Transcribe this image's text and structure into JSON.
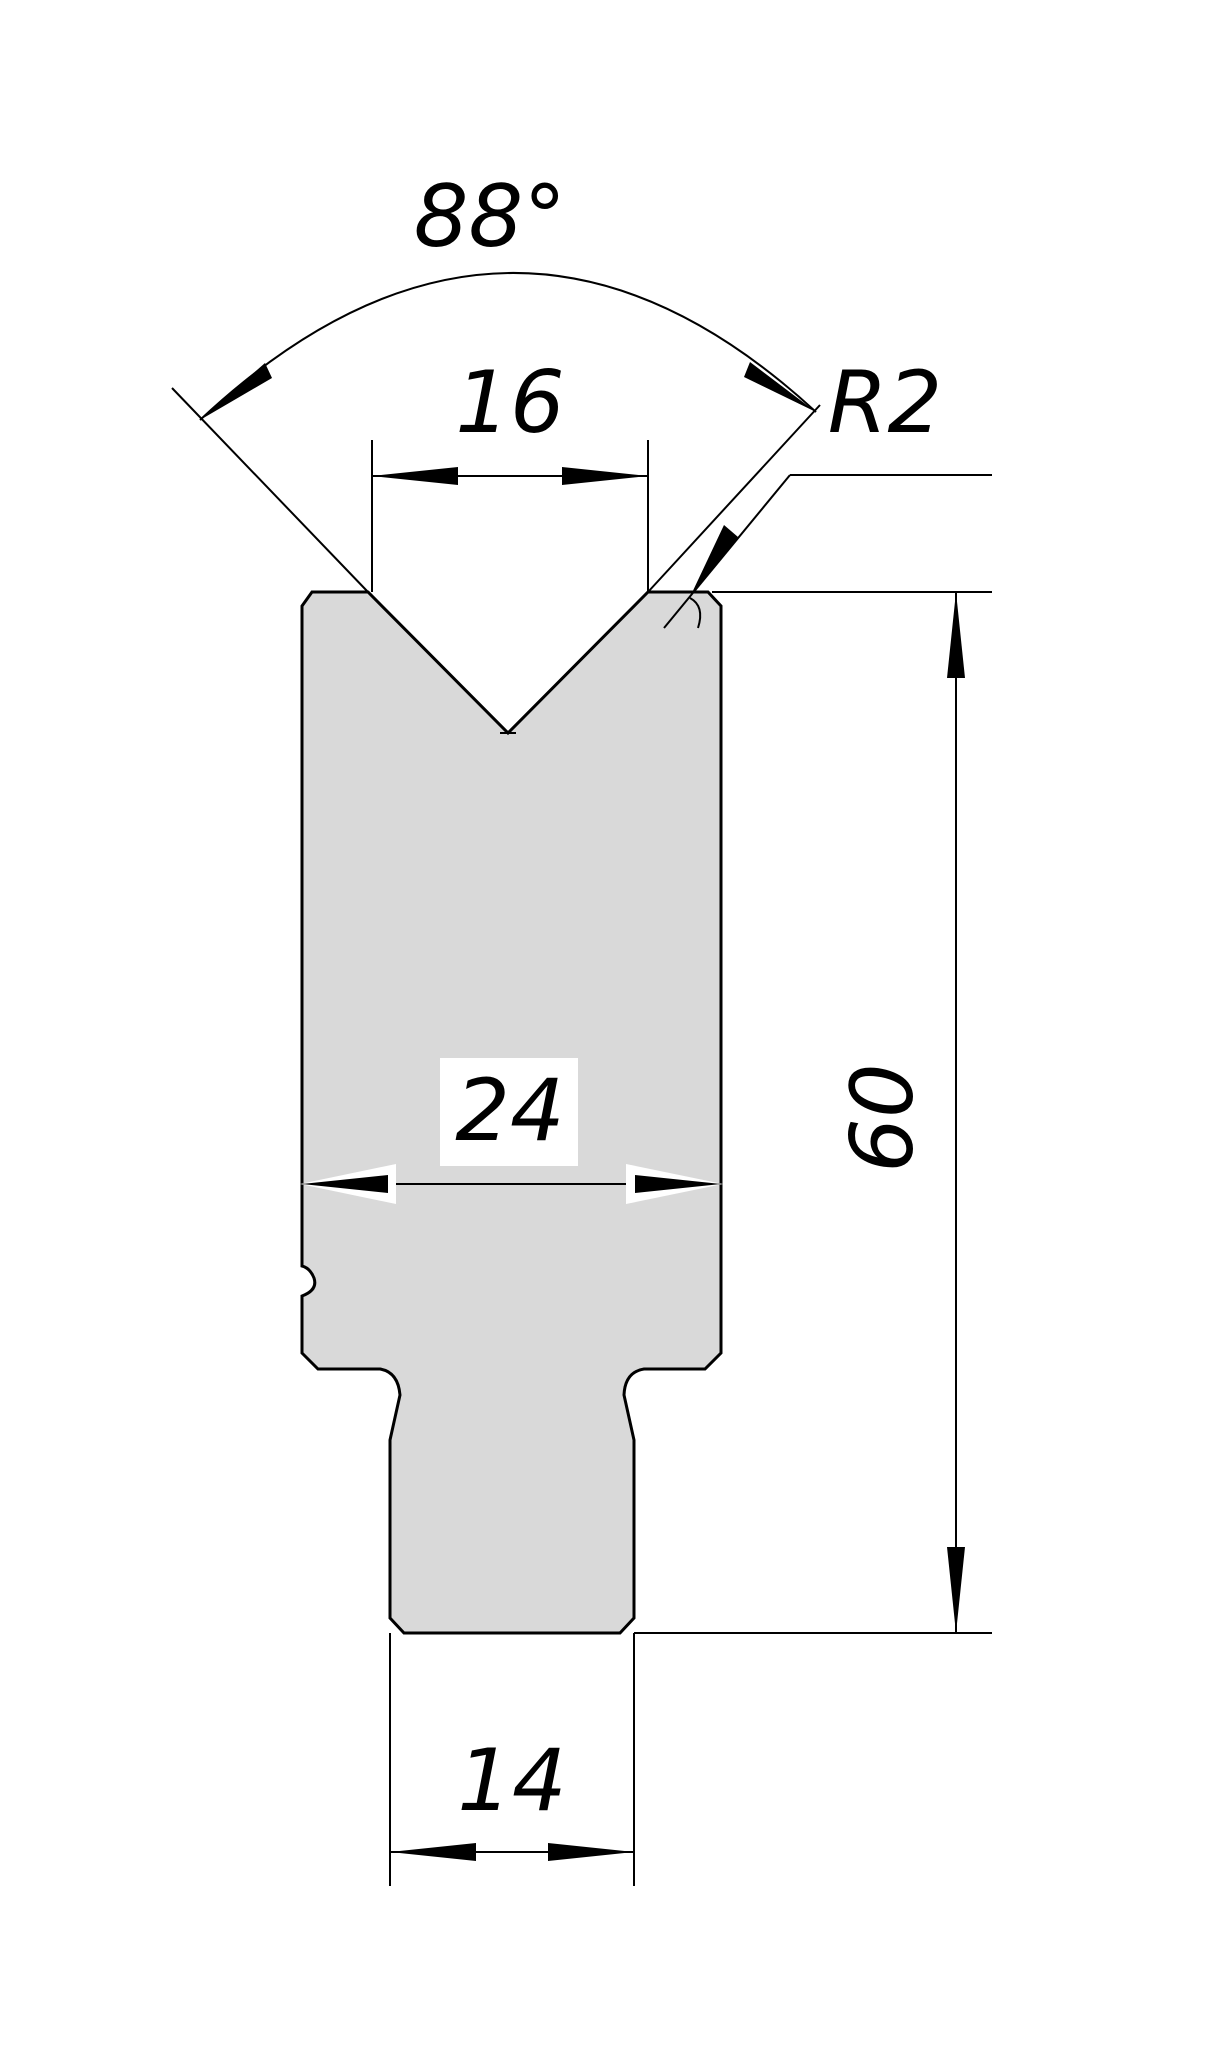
{
  "drawing": {
    "angle_label": "88°",
    "v_opening_label": "16",
    "radius_label": "R2",
    "body_width_label": "24",
    "height_label": "60",
    "tang_width_label": "14"
  },
  "colors": {
    "part_fill": "#d9d9d9",
    "line": "#000000",
    "background": "#ffffff"
  }
}
